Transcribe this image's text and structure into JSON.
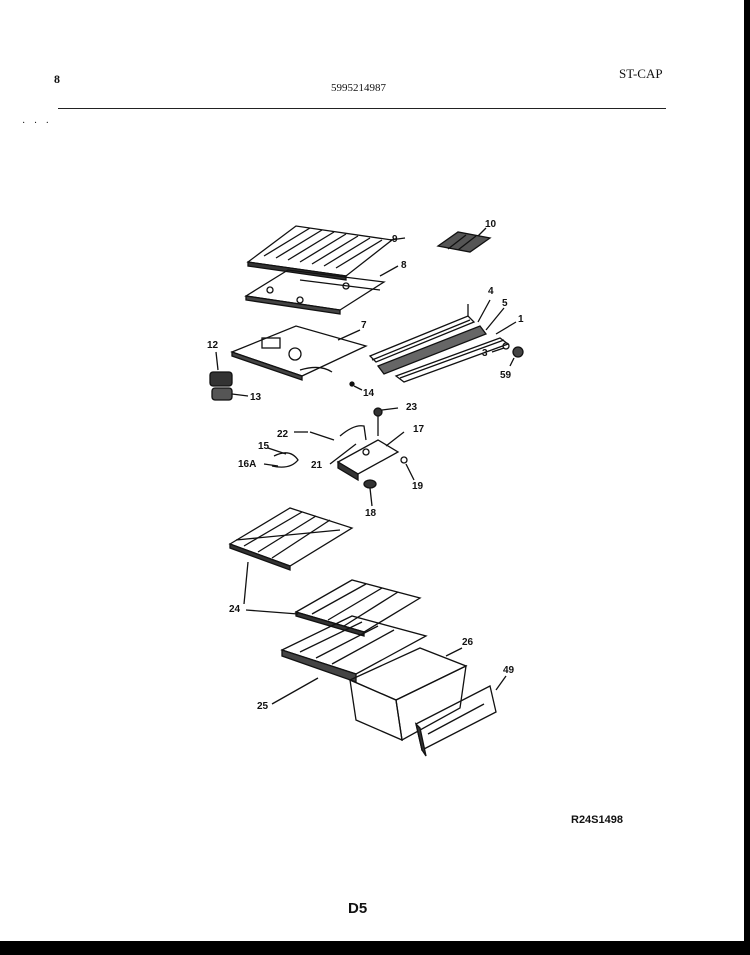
{
  "header": {
    "left": "8",
    "center": "5995214987",
    "right": "ST-CAP"
  },
  "callouts": {
    "c9": "9",
    "c10": "10",
    "c8": "8",
    "c4": "4",
    "c5": "5",
    "c1": "1",
    "c7": "7",
    "c3": "3",
    "c59": "59",
    "c12": "12",
    "c13": "13",
    "c14": "14",
    "c23": "23",
    "c22": "22",
    "c17": "17",
    "c15": "15",
    "c21": "21",
    "c16a": "16A",
    "c19": "19",
    "c18": "18",
    "c24": "24",
    "c26": "26",
    "c49": "49",
    "c25": "25"
  },
  "footer": {
    "reference": "R24S1498",
    "page": "D5"
  }
}
